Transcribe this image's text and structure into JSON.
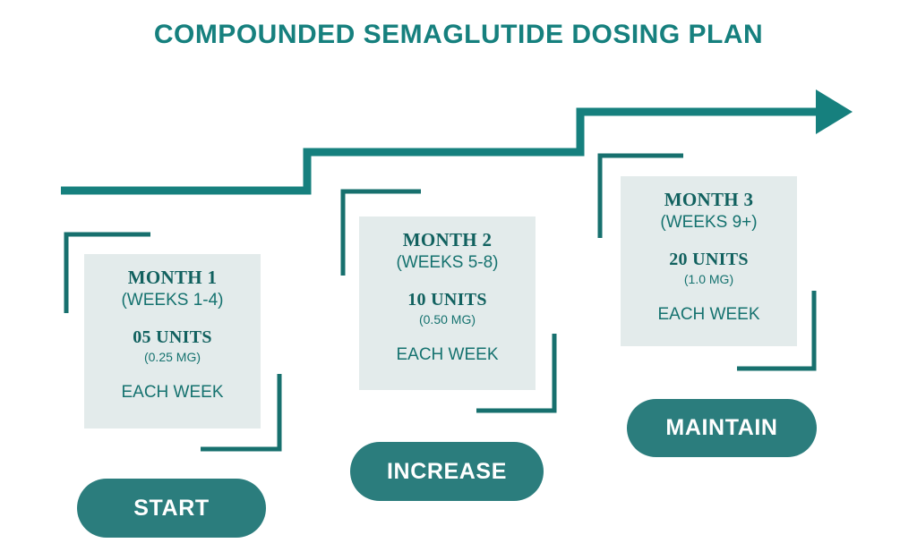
{
  "page": {
    "title": "COMPOUNDED SEMAGLUTIDE DOSING PLAN",
    "background": "#ffffff"
  },
  "colors": {
    "teal_line": "#16807e",
    "teal_dark_text": "#11615f",
    "teal_text": "#15726f",
    "card_bg": "#e3ebeb",
    "pill_bg": "#2b7d7d",
    "pill_text": "#ffffff"
  },
  "steps": [
    {
      "id": "month-1",
      "month": "MONTH 1",
      "weeks": "(WEEKS 1-4)",
      "units": "05 UNITS",
      "mg": "(0.25 MG)",
      "frequency": "EACH WEEK",
      "action_label": "START"
    },
    {
      "id": "month-2",
      "month": "MONTH 2",
      "weeks": "(WEEKS 5-8)",
      "units": "10 UNITS",
      "mg": "(0.50 MG)",
      "frequency": "EACH WEEK",
      "action_label": "INCREASE"
    },
    {
      "id": "month-3",
      "month": "MONTH 3",
      "weeks": "(WEEKS 9+)",
      "units": "20 UNITS",
      "mg": "(1.0 MG)",
      "frequency": "EACH WEEK",
      "action_label": "MAINTAIN"
    }
  ],
  "arrow": {
    "name": "ascending-staircase-arrow",
    "direction": "right-upward"
  }
}
